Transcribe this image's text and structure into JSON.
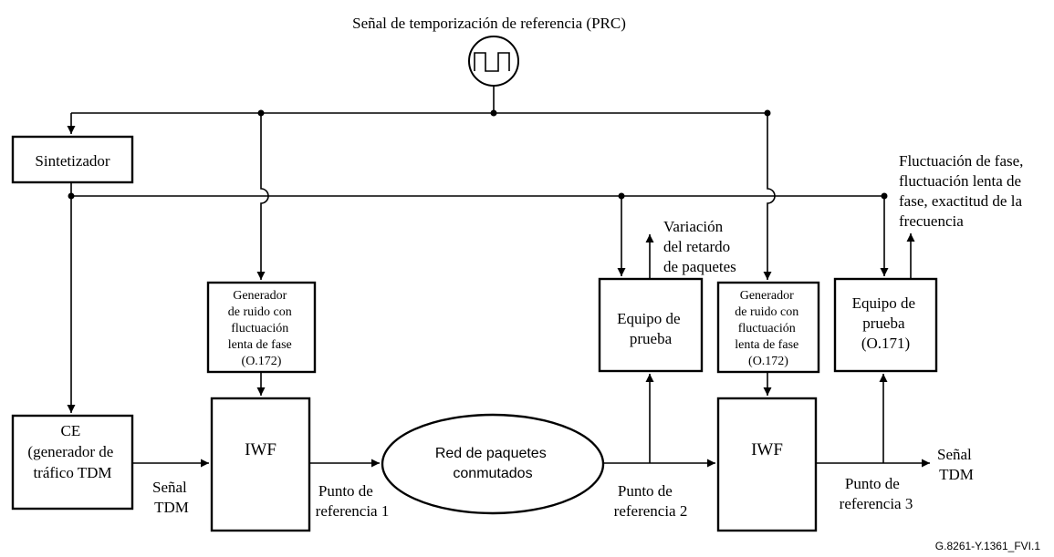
{
  "title": "Señal de temporización de referencia (PRC)",
  "prc_symbol": "square-wave-clock-icon",
  "blocks": {
    "synth": "Sintetizador",
    "ce": [
      "CE",
      "(generador de",
      "tráfico TDM"
    ],
    "iwf1": "IWF",
    "iwf2": "IWF",
    "noise1": [
      "Generador",
      "de ruido con",
      "fluctuación",
      "lenta de fase",
      "(O.172)"
    ],
    "noise2": [
      "Generador",
      "de ruido con",
      "fluctuación",
      "lenta de fase",
      "(O.172)"
    ],
    "test1": [
      "Equipo de",
      "prueba"
    ],
    "test2": [
      "Equipo de",
      "prueba",
      "(O.171)"
    ],
    "network": [
      "Red de paquetes",
      "conmutados"
    ]
  },
  "labels": {
    "senal_tdm_in": [
      "Señal",
      "TDM"
    ],
    "ref1": [
      "Punto de",
      "referencia 1"
    ],
    "ref2": [
      "Punto de",
      "referencia 2"
    ],
    "ref3": [
      "Punto de",
      "referencia 3"
    ],
    "senal_tdm_out": [
      "Señal",
      "TDM"
    ],
    "pdv": [
      "Variación",
      "del retardo",
      "de paquetes"
    ],
    "wander": [
      "Fluctuación de fase,",
      "fluctuación lenta de",
      "fase, exactitud de la",
      "frecuencia"
    ]
  },
  "figure_id": "G.8261-Y.1361_FVI.1"
}
